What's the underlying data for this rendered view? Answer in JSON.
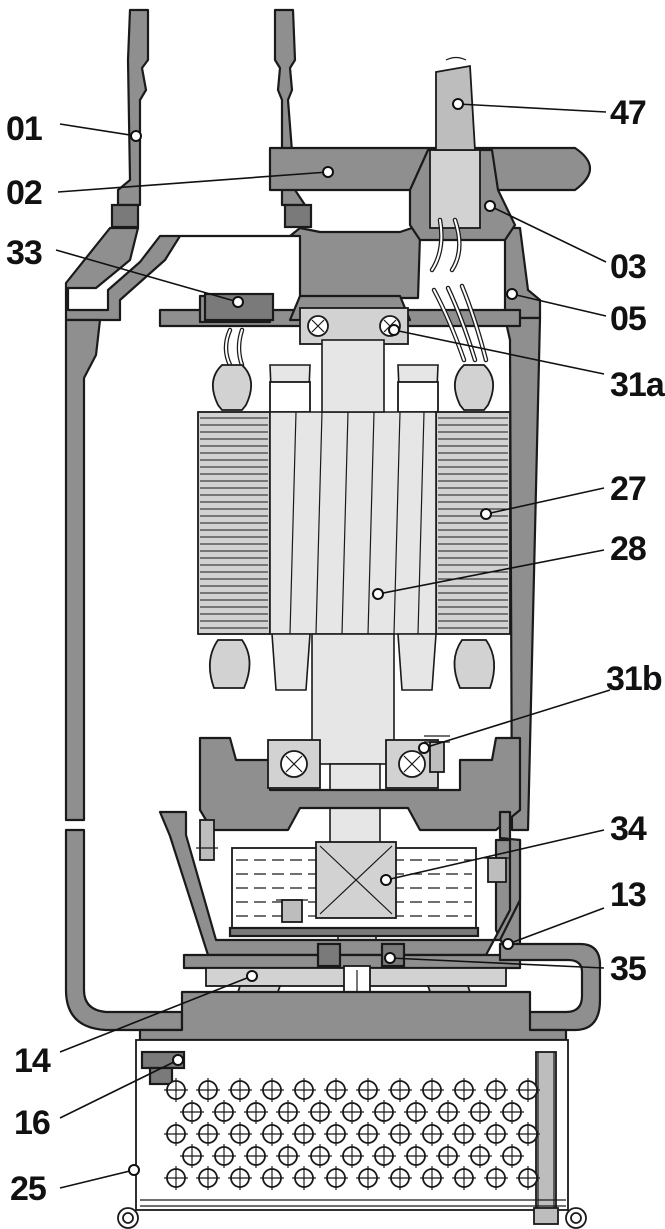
{
  "labels": {
    "p01": "01",
    "p02": "02",
    "p33": "33",
    "p14": "14",
    "p16": "16",
    "p25": "25",
    "p47": "47",
    "p03": "03",
    "p05": "05",
    "p31a": "31a",
    "p27": "27",
    "p28": "28",
    "p31b": "31b",
    "p34": "34",
    "p13": "13",
    "p35": "35"
  },
  "colors": {
    "casting": "#8f8f8f",
    "light_part": "#d2d2d2",
    "outline": "#1a1a1a",
    "background": "#ffffff"
  }
}
